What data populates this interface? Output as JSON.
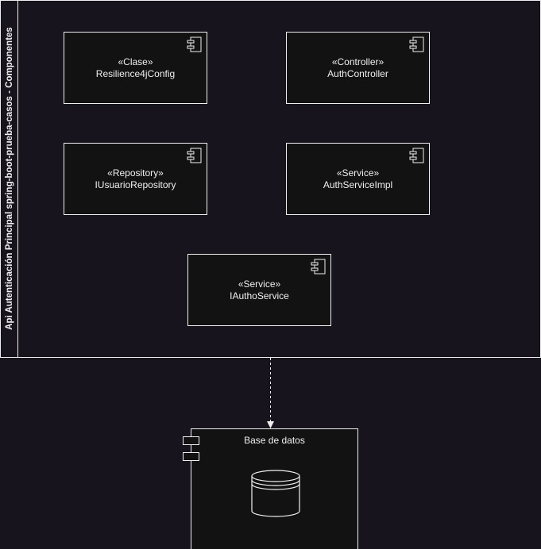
{
  "pool": {
    "title": "Api Autenticación Principal spring-boot-prueba-casos - Componentes"
  },
  "components": [
    {
      "stereotype": "«Clase»",
      "name": "Resilience4jConfig"
    },
    {
      "stereotype": "«Controller»",
      "name": "AuthController"
    },
    {
      "stereotype": "«Repository»",
      "name": "IUsuarioRepository"
    },
    {
      "stereotype": "«Service»",
      "name": "AuthServiceImpl"
    },
    {
      "stereotype": "«Service»",
      "name": "IAuthoService"
    }
  ],
  "database": {
    "title": "Base de datos",
    "icon": "database-cylinder-icon"
  },
  "colors": {
    "background": "#18141d",
    "box_fill": "#121212",
    "stroke": "#f0f0f0"
  }
}
